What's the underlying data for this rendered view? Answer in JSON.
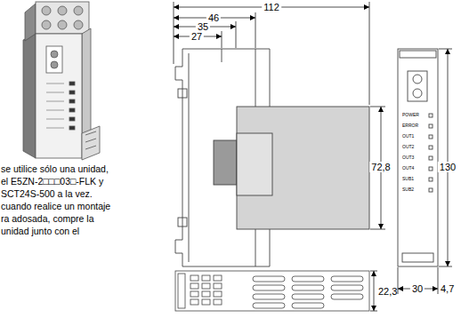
{
  "diagram": {
    "labels": [
      "112",
      "46",
      "35",
      "27",
      "72,8",
      "130",
      "30",
      "4,7",
      "22,3",
      "se utilice sólo una unidad,",
      "el E5ZN-2□□□03□-FLK y",
      "SCT24S-500 a la vez.",
      "cuando realice un montaje",
      "ra adosada, compre la",
      "unidad junto con el",
      "POWER",
      "ERROR",
      "OUT1",
      "OUT2",
      "OUT3",
      "OUT4",
      "SUB1",
      "SUB2"
    ]
  }
}
